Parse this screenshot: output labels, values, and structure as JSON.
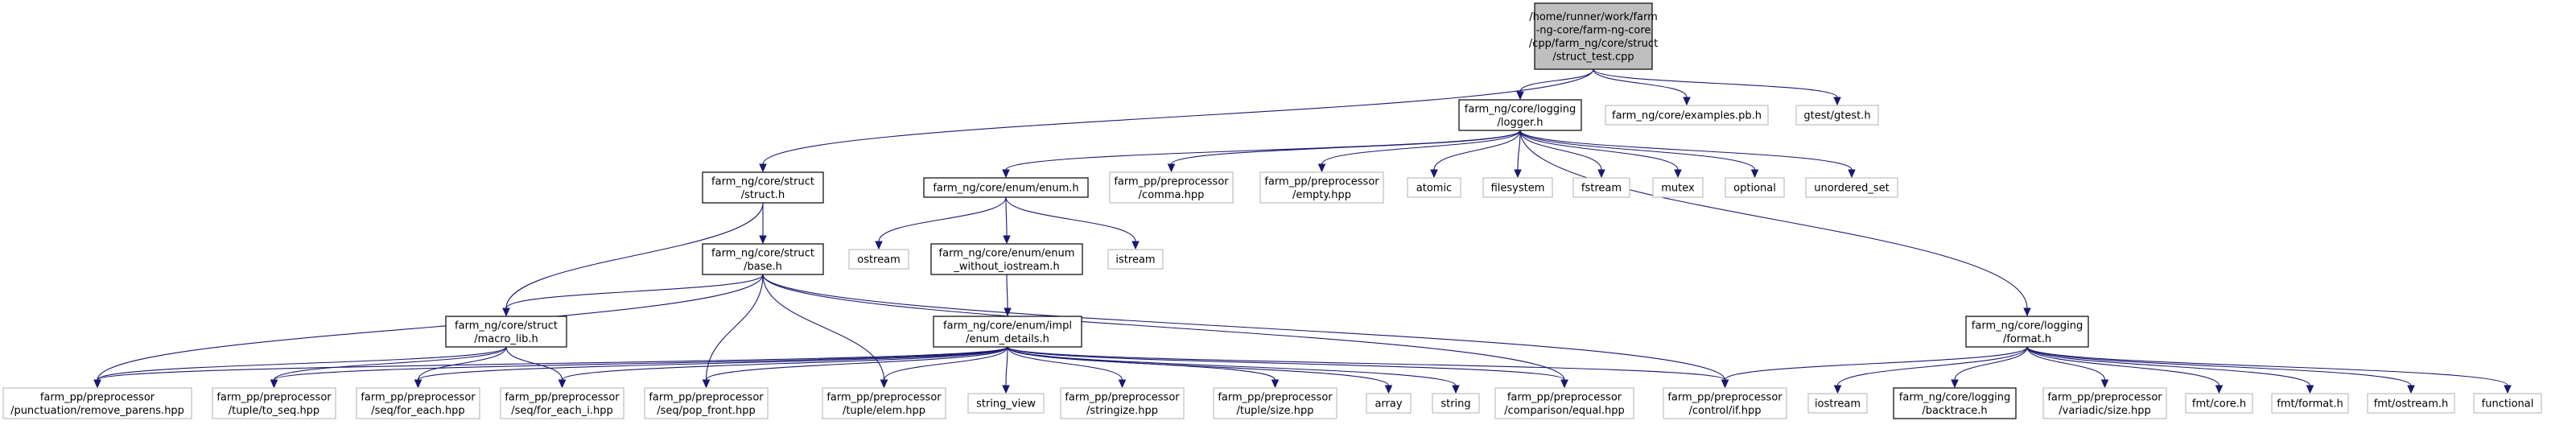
{
  "colors": {
    "edge": "#191970",
    "root_fill": "#bfbfbf",
    "border_dark": "#000000",
    "border_light": "#bfbfbf",
    "text": "#000000"
  },
  "nodes": [
    {
      "id": "root",
      "lines": [
        "/home/runner/work/farm",
        "-ng-core/farm-ng-core",
        "/cpp/farm_ng/core/struct",
        "/struct_test.cpp"
      ],
      "style": "root"
    },
    {
      "id": "logger",
      "lines": [
        "farm_ng/core/logging",
        "/logger.h"
      ],
      "style": "dark"
    },
    {
      "id": "examples",
      "lines": [
        "farm_ng/core/examples.pb.h"
      ],
      "style": "light"
    },
    {
      "id": "gtest",
      "lines": [
        "gtest/gtest.h"
      ],
      "style": "light"
    },
    {
      "id": "struct_h",
      "lines": [
        "farm_ng/core/struct",
        "/struct.h"
      ],
      "style": "dark"
    },
    {
      "id": "enum_h",
      "lines": [
        "farm_ng/core/enum/enum.h"
      ],
      "style": "dark"
    },
    {
      "id": "comma",
      "lines": [
        "farm_pp/preprocessor",
        "/comma.hpp"
      ],
      "style": "light"
    },
    {
      "id": "empty",
      "lines": [
        "farm_pp/preprocessor",
        "/empty.hpp"
      ],
      "style": "light"
    },
    {
      "id": "atomic",
      "lines": [
        "atomic"
      ],
      "style": "light"
    },
    {
      "id": "filesystem",
      "lines": [
        "filesystem"
      ],
      "style": "light"
    },
    {
      "id": "fstream",
      "lines": [
        "fstream"
      ],
      "style": "light"
    },
    {
      "id": "mutex",
      "lines": [
        "mutex"
      ],
      "style": "light"
    },
    {
      "id": "optional",
      "lines": [
        "optional"
      ],
      "style": "light"
    },
    {
      "id": "unordered_set",
      "lines": [
        "unordered_set"
      ],
      "style": "light"
    },
    {
      "id": "base_h",
      "lines": [
        "farm_ng/core/struct",
        "/base.h"
      ],
      "style": "dark"
    },
    {
      "id": "ostream",
      "lines": [
        "ostream"
      ],
      "style": "light"
    },
    {
      "id": "enum_without",
      "lines": [
        "farm_ng/core/enum/enum",
        "_without_iostream.h"
      ],
      "style": "dark"
    },
    {
      "id": "istream",
      "lines": [
        "istream"
      ],
      "style": "light"
    },
    {
      "id": "format_h",
      "lines": [
        "farm_ng/core/logging",
        "/format.h"
      ],
      "style": "dark"
    },
    {
      "id": "macro_lib",
      "lines": [
        "farm_ng/core/struct",
        "/macro_lib.h"
      ],
      "style": "dark"
    },
    {
      "id": "enum_details",
      "lines": [
        "farm_ng/core/enum/impl",
        "/enum_details.h"
      ],
      "style": "dark"
    },
    {
      "id": "remove_parens",
      "lines": [
        "farm_pp/preprocessor",
        "/punctuation/remove_parens.hpp"
      ],
      "style": "light"
    },
    {
      "id": "to_seq",
      "lines": [
        "farm_pp/preprocessor",
        "/tuple/to_seq.hpp"
      ],
      "style": "light"
    },
    {
      "id": "for_each",
      "lines": [
        "farm_pp/preprocessor",
        "/seq/for_each.hpp"
      ],
      "style": "light"
    },
    {
      "id": "for_each_i",
      "lines": [
        "farm_pp/preprocessor",
        "/seq/for_each_i.hpp"
      ],
      "style": "light"
    },
    {
      "id": "pop_front",
      "lines": [
        "farm_pp/preprocessor",
        "/seq/pop_front.hpp"
      ],
      "style": "light"
    },
    {
      "id": "elem",
      "lines": [
        "farm_pp/preprocessor",
        "/tuple/elem.hpp"
      ],
      "style": "light"
    },
    {
      "id": "string_view",
      "lines": [
        "string_view"
      ],
      "style": "light"
    },
    {
      "id": "stringize",
      "lines": [
        "farm_pp/preprocessor",
        "/stringize.hpp"
      ],
      "style": "light"
    },
    {
      "id": "tuple_size",
      "lines": [
        "farm_pp/preprocessor",
        "/tuple/size.hpp"
      ],
      "style": "light"
    },
    {
      "id": "array",
      "lines": [
        "array"
      ],
      "style": "light"
    },
    {
      "id": "string",
      "lines": [
        "string"
      ],
      "style": "light"
    },
    {
      "id": "equal",
      "lines": [
        "farm_pp/preprocessor",
        "/comparison/equal.hpp"
      ],
      "style": "light"
    },
    {
      "id": "if_hpp",
      "lines": [
        "farm_pp/preprocessor",
        "/control/if.hpp"
      ],
      "style": "light"
    },
    {
      "id": "iostream",
      "lines": [
        "iostream"
      ],
      "style": "light"
    },
    {
      "id": "backtrace",
      "lines": [
        "farm_ng/core/logging",
        "/backtrace.h"
      ],
      "style": "dark"
    },
    {
      "id": "variadic_size",
      "lines": [
        "farm_pp/preprocessor",
        "/variadic/size.hpp"
      ],
      "style": "light"
    },
    {
      "id": "fmt_core",
      "lines": [
        "fmt/core.h"
      ],
      "style": "light"
    },
    {
      "id": "fmt_format",
      "lines": [
        "fmt/format.h"
      ],
      "style": "light"
    },
    {
      "id": "fmt_ostream",
      "lines": [
        "fmt/ostream.h"
      ],
      "style": "light"
    },
    {
      "id": "functional",
      "lines": [
        "functional"
      ],
      "style": "light"
    }
  ],
  "edges": [
    [
      "root",
      "logger"
    ],
    [
      "root",
      "examples"
    ],
    [
      "root",
      "gtest"
    ],
    [
      "root",
      "struct_h"
    ],
    [
      "logger",
      "enum_h"
    ],
    [
      "logger",
      "comma"
    ],
    [
      "logger",
      "empty"
    ],
    [
      "logger",
      "atomic"
    ],
    [
      "logger",
      "filesystem"
    ],
    [
      "logger",
      "fstream"
    ],
    [
      "logger",
      "mutex"
    ],
    [
      "logger",
      "optional"
    ],
    [
      "logger",
      "unordered_set"
    ],
    [
      "logger",
      "format_h"
    ],
    [
      "struct_h",
      "base_h"
    ],
    [
      "struct_h",
      "macro_lib"
    ],
    [
      "enum_h",
      "ostream"
    ],
    [
      "enum_h",
      "enum_without"
    ],
    [
      "enum_h",
      "istream"
    ],
    [
      "enum_without",
      "enum_details"
    ],
    [
      "base_h",
      "macro_lib"
    ],
    [
      "base_h",
      "remove_parens"
    ],
    [
      "base_h",
      "pop_front"
    ],
    [
      "base_h",
      "elem"
    ],
    [
      "base_h",
      "equal"
    ],
    [
      "base_h",
      "if_hpp"
    ],
    [
      "macro_lib",
      "remove_parens"
    ],
    [
      "macro_lib",
      "to_seq"
    ],
    [
      "macro_lib",
      "for_each"
    ],
    [
      "macro_lib",
      "for_each_i"
    ],
    [
      "enum_details",
      "remove_parens"
    ],
    [
      "enum_details",
      "to_seq"
    ],
    [
      "enum_details",
      "for_each"
    ],
    [
      "enum_details",
      "for_each_i"
    ],
    [
      "enum_details",
      "pop_front"
    ],
    [
      "enum_details",
      "elem"
    ],
    [
      "enum_details",
      "string_view"
    ],
    [
      "enum_details",
      "stringize"
    ],
    [
      "enum_details",
      "tuple_size"
    ],
    [
      "enum_details",
      "array"
    ],
    [
      "enum_details",
      "string"
    ],
    [
      "enum_details",
      "equal"
    ],
    [
      "enum_details",
      "if_hpp"
    ],
    [
      "format_h",
      "if_hpp"
    ],
    [
      "format_h",
      "iostream"
    ],
    [
      "format_h",
      "backtrace"
    ],
    [
      "format_h",
      "variadic_size"
    ],
    [
      "format_h",
      "fmt_core"
    ],
    [
      "format_h",
      "fmt_format"
    ],
    [
      "format_h",
      "fmt_ostream"
    ],
    [
      "format_h",
      "functional"
    ]
  ]
}
